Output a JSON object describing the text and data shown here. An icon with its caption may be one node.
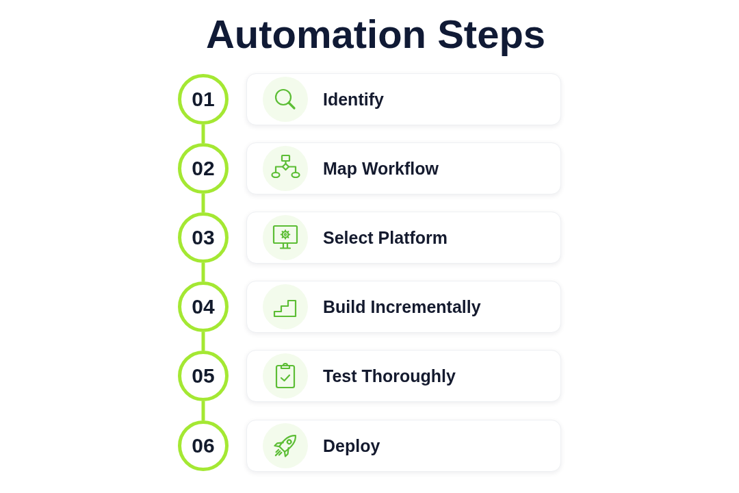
{
  "diagram": {
    "title": "Automation Steps",
    "nodes": [
      {
        "text": [
          "01"
        ]
      },
      {
        "text": [
          "Identify"
        ]
      },
      {
        "text": [
          "02"
        ]
      },
      {
        "text": [
          "Map Workflow"
        ]
      },
      {
        "text": [
          "03"
        ]
      },
      {
        "text": [
          "Select Platform"
        ]
      },
      {
        "text": [
          "04"
        ]
      },
      {
        "text": [
          "Build Incrementally"
        ]
      },
      {
        "text": [
          "05"
        ]
      },
      {
        "text": [
          "Test Thoroughly"
        ]
      },
      {
        "text": [
          "06"
        ]
      },
      {
        "text": [
          "Deploy"
        ]
      }
    ],
    "edges": [
      {
        "from": 0,
        "to": 2,
        "arrow": "none"
      },
      {
        "from": 2,
        "to": 4,
        "arrow": "none"
      },
      {
        "from": 4,
        "to": 6,
        "arrow": "none"
      },
      {
        "from": 6,
        "to": 8,
        "arrow": "none"
      },
      {
        "from": 8,
        "to": 10,
        "arrow": "none"
      }
    ]
  }
}
